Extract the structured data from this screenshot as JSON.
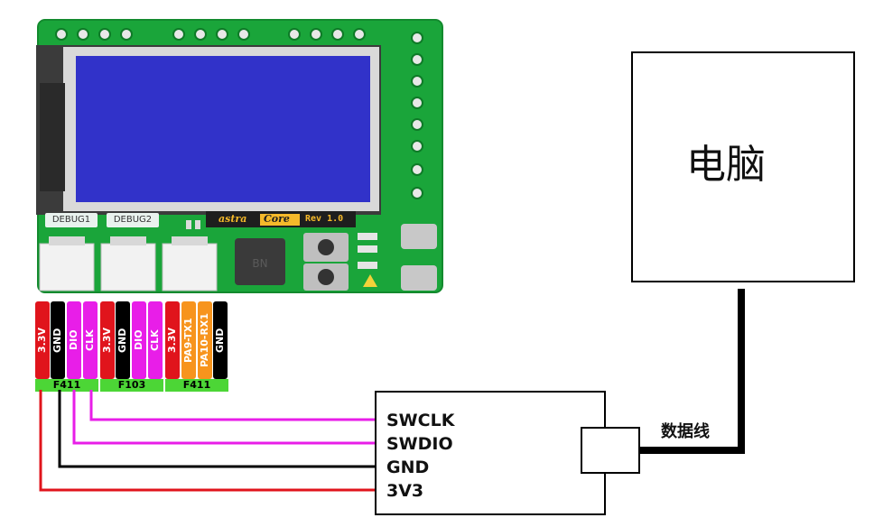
{
  "board": {
    "debug1_label": "DEBUG1",
    "debug2_label": "DEBUG2",
    "logo_left": "astra",
    "logo_right": "Core",
    "revision": "Rev 1.0"
  },
  "pins": [
    {
      "label": "3.3V",
      "color": "#e0141c"
    },
    {
      "label": "GND",
      "color": "#000000"
    },
    {
      "label": "DIO",
      "color": "#e81ee8"
    },
    {
      "label": "CLK",
      "color": "#e81ee8"
    },
    {
      "label": "3.3V",
      "color": "#e0141c"
    },
    {
      "label": "GND",
      "color": "#000000"
    },
    {
      "label": "DIO",
      "color": "#e81ee8"
    },
    {
      "label": "CLK",
      "color": "#e81ee8"
    },
    {
      "label": "3.3V",
      "color": "#e0141c"
    },
    {
      "label": "PA9-TX1",
      "color": "#f7941d"
    },
    {
      "label": "PA10-RX1",
      "color": "#f7941d"
    },
    {
      "label": "GND",
      "color": "#000000"
    }
  ],
  "groups": [
    {
      "label": "F411"
    },
    {
      "label": "F103"
    },
    {
      "label": "F411"
    }
  ],
  "debugger": {
    "signals": [
      "SWCLK",
      "SWDIO",
      "GND",
      "3V3"
    ]
  },
  "cable_label": "数据线",
  "computer_label": "电脑",
  "colors": {
    "pcb_green": "#1aa53a",
    "lcd_blue": "#2e2fc4",
    "group_green": "#4cd636",
    "wire_red": "#e0141c",
    "wire_black": "#000000",
    "wire_magenta": "#e81ee8"
  }
}
